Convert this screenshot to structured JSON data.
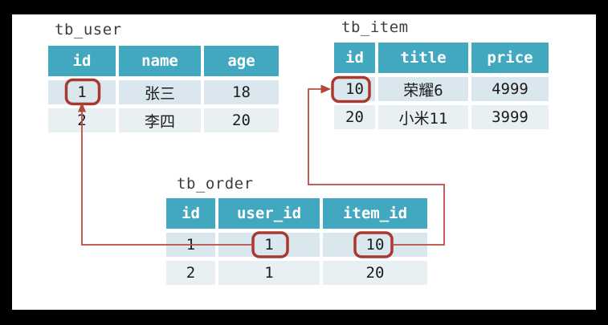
{
  "tables": [
    {
      "name": "tb_user",
      "columns": [
        "id",
        "name",
        "age"
      ],
      "rows": [
        [
          "1",
          "张三",
          "18"
        ],
        [
          "2",
          "李四",
          "20"
        ]
      ]
    },
    {
      "name": "tb_item",
      "columns": [
        "id",
        "title",
        "price"
      ],
      "rows": [
        [
          "10",
          "荣耀6",
          "4999"
        ],
        [
          "20",
          "小米11",
          "3999"
        ]
      ]
    },
    {
      "name": "tb_order",
      "columns": [
        "id",
        "user_id",
        "item_id"
      ],
      "rows": [
        [
          "1",
          "1",
          "10"
        ],
        [
          "2",
          "1",
          "20"
        ]
      ]
    }
  ],
  "highlights": [
    {
      "table": "tb_user",
      "column": "id",
      "value": "1"
    },
    {
      "table": "tb_item",
      "column": "id",
      "value": "10"
    },
    {
      "table": "tb_order",
      "column": "user_id",
      "value": "1"
    },
    {
      "table": "tb_order",
      "column": "item_id",
      "value": "10"
    }
  ],
  "relations": [
    {
      "from": "tb_order.user_id",
      "to": "tb_user.id",
      "value": "1"
    },
    {
      "from": "tb_order.item_id",
      "to": "tb_item.id",
      "value": "10"
    }
  ],
  "colors": {
    "frame": "#000000",
    "panel": "#ffffff",
    "header_bg": "#42a8bf",
    "header_text": "#ffffff",
    "row_odd": "#dbe7ee",
    "row_even": "#e8f0f4",
    "highlight_stroke": "#a8392f",
    "connector": "#bf4b43",
    "title_text": "#3e3e3e",
    "cell_text": "#1c1c1c"
  }
}
